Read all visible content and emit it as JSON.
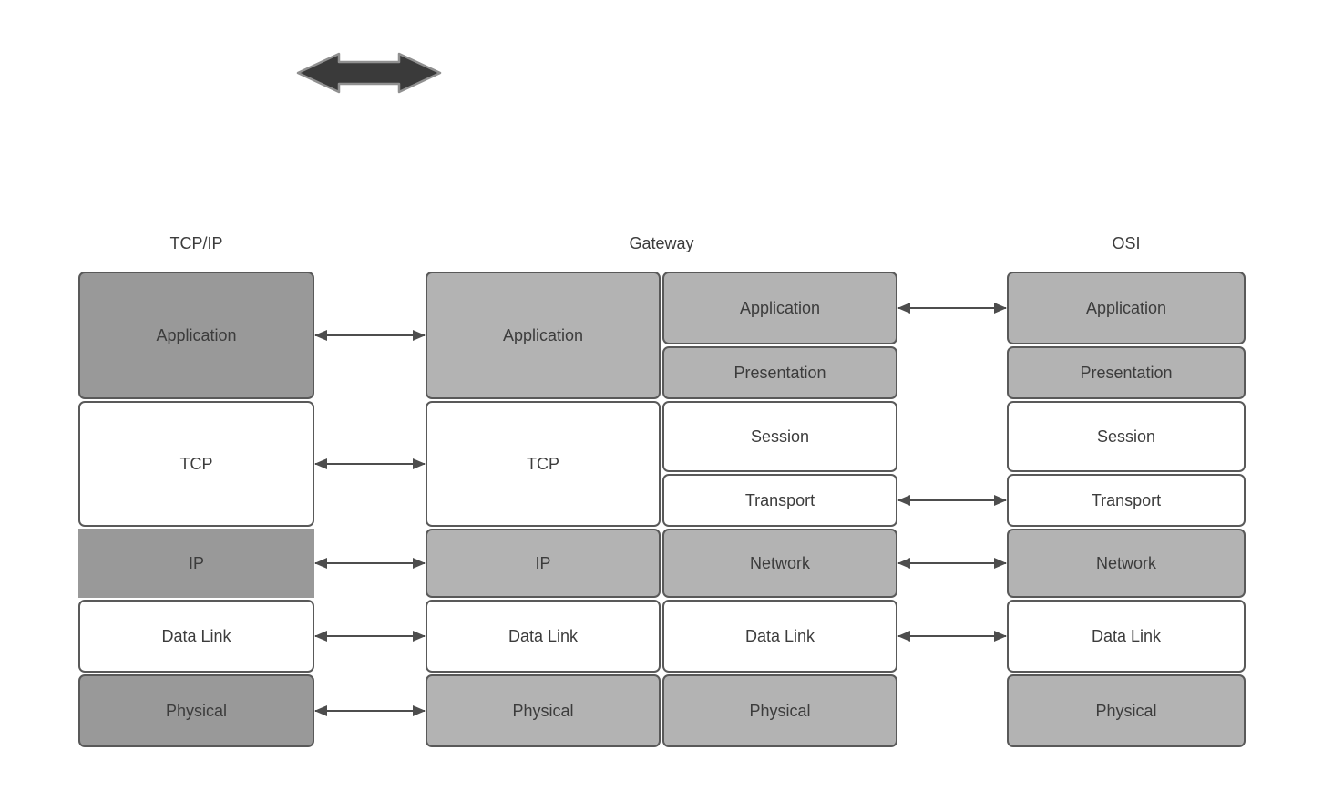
{
  "icons": {
    "top_arrow": "double-headed-horizontal-arrow",
    "connector": "double-headed-thin-arrow"
  },
  "colors": {
    "tcpip_shaded_fill": "#999999",
    "gateway_osi_shaded_fill": "#b3b3b3",
    "unshaded_fill": "#ffffff",
    "box_border": "#595959",
    "label_text": "#3c3c3c",
    "connector_arrow": "#4d4d4d",
    "big_arrow_fill": "#3a3a3a",
    "big_arrow_stroke": "#909090"
  },
  "headers": {
    "tcpip": "TCP/IP",
    "gateway": "Gateway",
    "osi": "OSI"
  },
  "stacks": {
    "tcpip": [
      {
        "label": "Application"
      },
      {
        "label": "TCP"
      },
      {
        "label": "IP"
      },
      {
        "label": "Data Link"
      },
      {
        "label": "Physical"
      }
    ],
    "gateway_left": [
      {
        "label": "Application"
      },
      {
        "label": "TCP"
      },
      {
        "label": "IP"
      },
      {
        "label": "Data Link"
      },
      {
        "label": "Physical"
      }
    ],
    "gateway_right": [
      {
        "label": "Application"
      },
      {
        "label": "Presentation"
      },
      {
        "label": "Session"
      },
      {
        "label": "Transport"
      },
      {
        "label": "Network"
      },
      {
        "label": "Data Link"
      },
      {
        "label": "Physical"
      }
    ],
    "osi": [
      {
        "label": "Application"
      },
      {
        "label": "Presentation"
      },
      {
        "label": "Session"
      },
      {
        "label": "Transport"
      },
      {
        "label": "Network"
      },
      {
        "label": "Data Link"
      },
      {
        "label": "Physical"
      }
    ]
  },
  "connections": {
    "tcpip_to_gateway": [
      "Application",
      "TCP",
      "IP",
      "Data Link",
      "Physical"
    ],
    "gateway_to_osi": [
      "Application",
      "Transport",
      "Network",
      "Data Link"
    ]
  }
}
